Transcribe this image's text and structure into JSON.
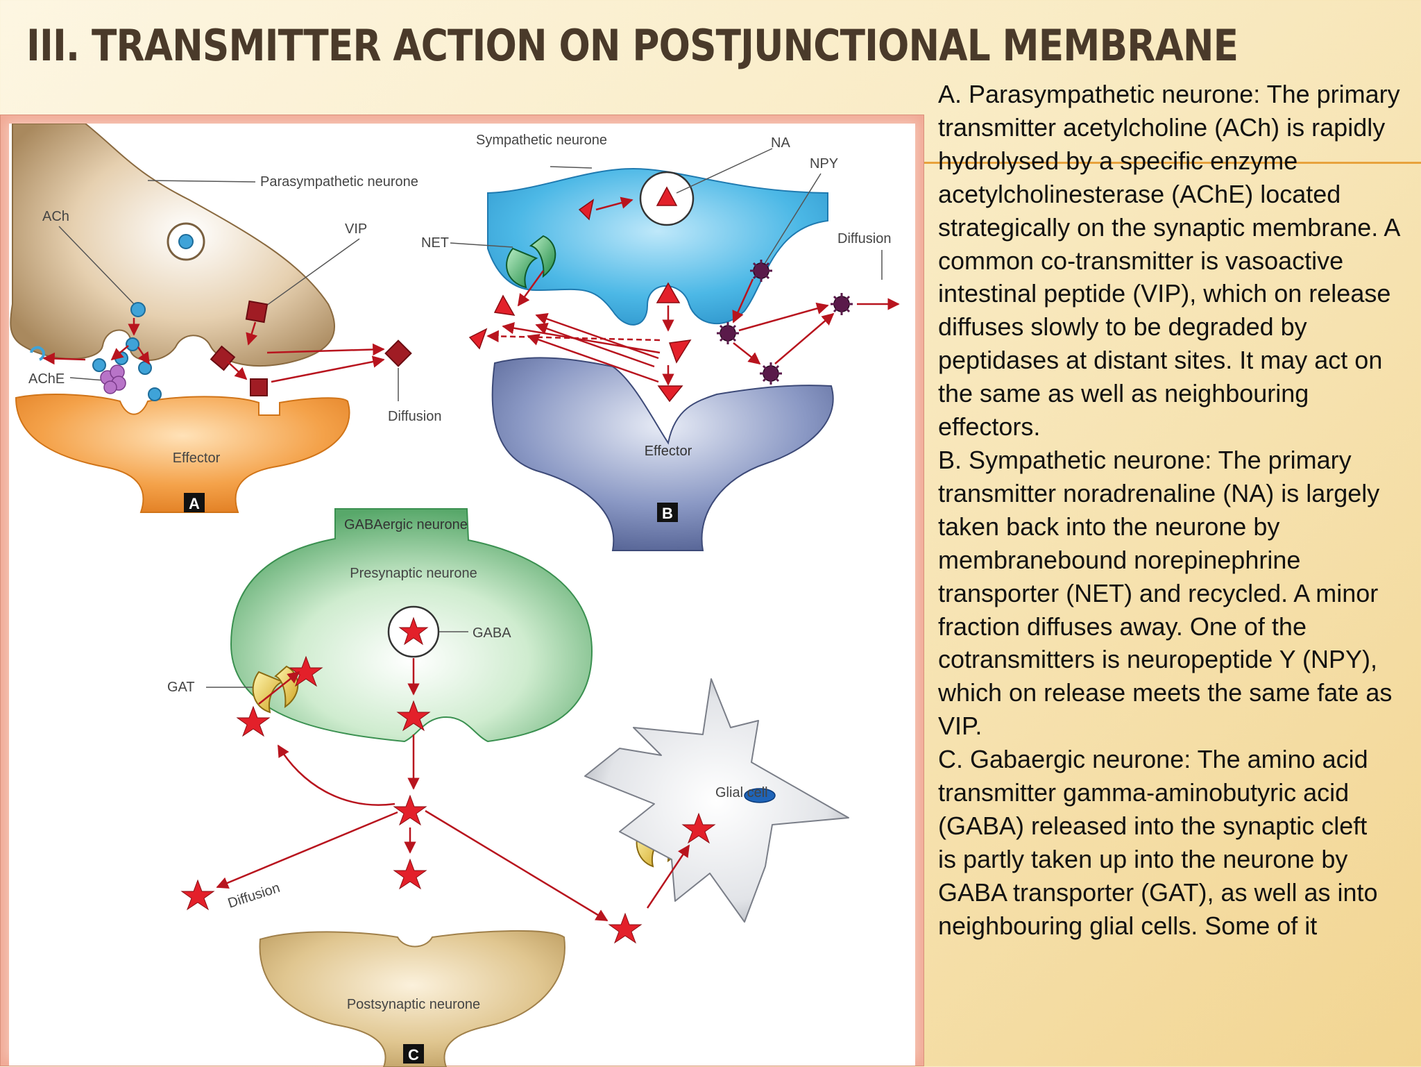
{
  "slide": {
    "title": "III. TRANSMITTER ACTION ON POSTJUNCTIONAL MEMBRANE",
    "paragraphs": [
      "A. Parasympathetic neurone: The primary transmitter acetylcholine (ACh) is rapidly hydrolysed by a specific enzyme",
      "acetylcholinesterase (AChE) located strategically on the synaptic membrane. A common co-transmitter is vasoactive",
      "intestinal peptide (VIP), which on release diffuses slowly to be degraded by peptidases at distant sites. It may act on the same as well as neighbouring effectors.",
      "B. Sympathetic neurone: The primary transmitter noradrenaline (NA) is largely taken back into the neurone by membranebound norepinephrine transporter (NET) and recycled. A minor fraction diffuses away. One of the cotransmitters is neuropeptide Y (NPY), which on release meets the same fate as VIP.",
      "C. Gabaergic neurone: The amino acid transmitter gamma-aminobutyric acid (GABA) released into the synaptic cleft",
      "is partly taken up into the neurone by GABA transporter (GAT), as well as into neighbouring glial cells. Some of it"
    ]
  },
  "figure": {
    "panel_a": {
      "badge": "A",
      "neurone_label": "Parasympathetic neurone",
      "ach_label": "ACh",
      "vip_label": "VIP",
      "ache_label": "AChE",
      "effector_label": "Effector",
      "diffusion_label": "Diffusion"
    },
    "panel_b": {
      "badge": "B",
      "neurone_label": "Sympathetic neurone",
      "na_label": "NA",
      "npy_label": "NPY",
      "net_label": "NET",
      "diffusion_label": "Diffusion",
      "effector_label": "Effector"
    },
    "panel_c": {
      "badge": "C",
      "gabaergic_label": "GABAergic neurone",
      "presynaptic_label": "Presynaptic neurone",
      "gaba_label": "GABA",
      "gat_label": "GAT",
      "glial_label": "Glial cell",
      "diffusion_label": "Diffusion",
      "postsynaptic_label": "Postsynaptic neurone"
    },
    "colors": {
      "arrow": "#b8141e",
      "star": "#e3202a",
      "ach_blue": "#3fa3d8",
      "vip_box": "#a01c24",
      "npy_purple": "#5a1a4a",
      "sympathetic_blue": "#4cb8e6",
      "effector_orange": "#f09a3e",
      "effector_navy": "#6a7aa8",
      "gaba_green": "#8fcf9e",
      "postsynaptic_tan": "#d8b878"
    }
  }
}
